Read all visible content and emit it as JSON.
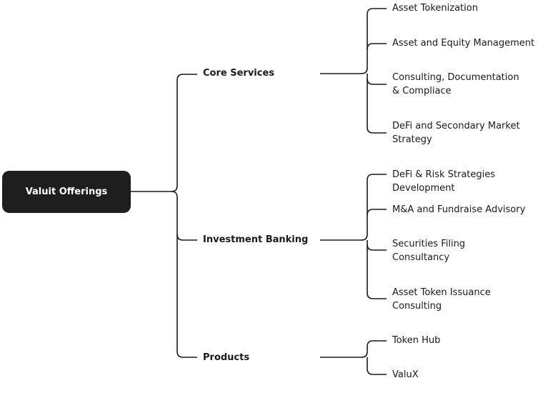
{
  "root": {
    "label": "Valuit Offerings"
  },
  "branches": [
    {
      "label": "Core Services",
      "children": [
        "Asset Tokenization",
        "Asset and Equity Management",
        "Consulting, Documentation\n& Compliace",
        "DeFi and Secondary Market\nStrategy"
      ]
    },
    {
      "label": "Investment Banking",
      "children": [
        "DeFi & Risk Strategies Development",
        "M&A and Fundraise Advisory",
        "Securities Filing\nConsultancy",
        "Asset Token Issuance\nConsulting"
      ]
    },
    {
      "label": "Products",
      "children": [
        "Token Hub",
        "ValuX"
      ]
    }
  ],
  "colors": {
    "root_bg": "#1e1e1e",
    "line": "#1a1a1a"
  }
}
